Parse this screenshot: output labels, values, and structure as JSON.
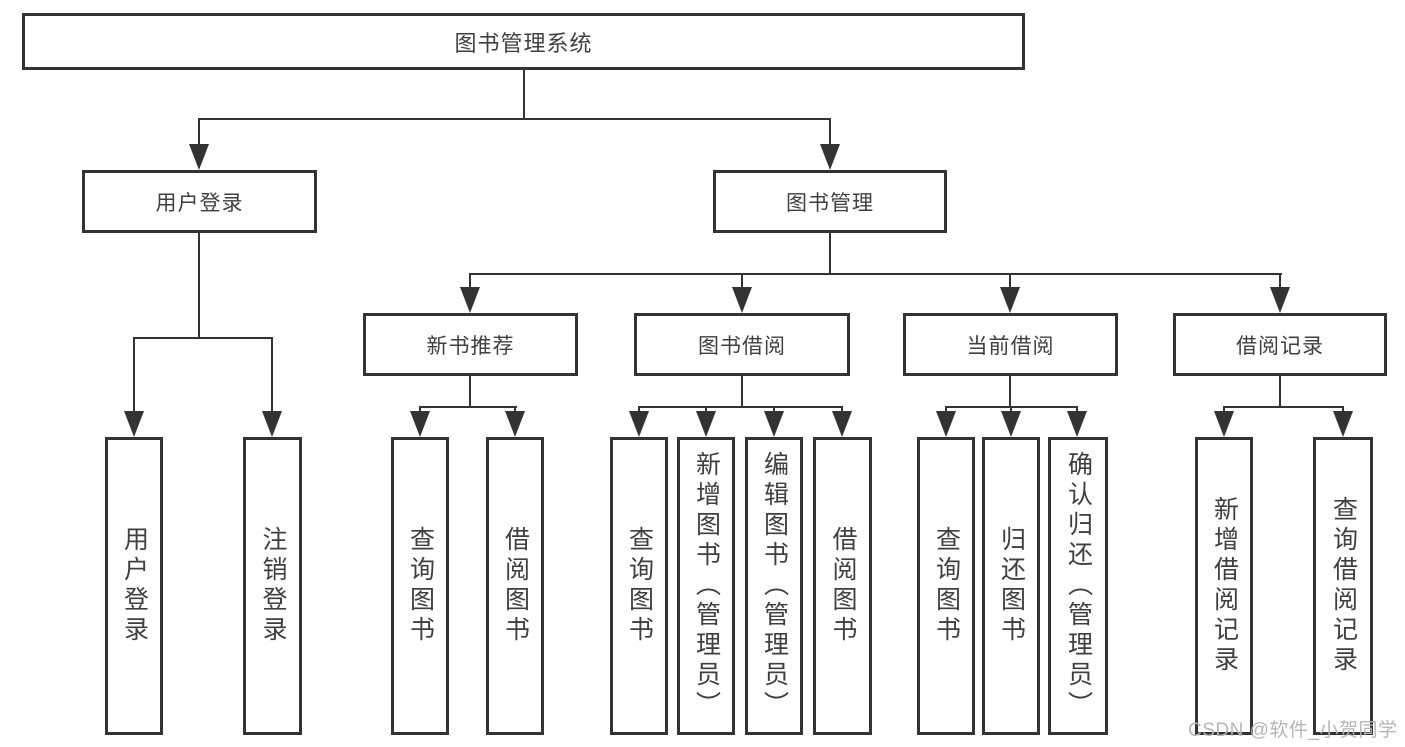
{
  "page": {
    "background": "#ffffff"
  },
  "colors": {
    "line": "#333333",
    "box_border": "#333333",
    "box_fill": "#ffffff",
    "text": "#3f3f3f",
    "watermark": "#b5b5b5"
  },
  "tree": {
    "root": {
      "label": "图书管理系统"
    },
    "level2": [
      {
        "label": "用户登录",
        "children": [
          {
            "label": "用户登录"
          },
          {
            "label": "注销登录"
          }
        ]
      },
      {
        "label": "图书管理",
        "groups": [
          {
            "label": "新书推荐",
            "children": [
              {
                "label": "查询图书"
              },
              {
                "label": "借阅图书"
              }
            ]
          },
          {
            "label": "图书借阅",
            "children": [
              {
                "label": "查询图书"
              },
              {
                "label": "新增图书（管理员）"
              },
              {
                "label": "编辑图书（管理员）"
              },
              {
                "label": "借阅图书"
              }
            ]
          },
          {
            "label": "当前借阅",
            "children": [
              {
                "label": "查询图书"
              },
              {
                "label": "归还图书"
              },
              {
                "label": "确认归还（管理员）"
              }
            ]
          },
          {
            "label": "借阅记录",
            "children": [
              {
                "label": "新增借阅记录"
              },
              {
                "label": "查询借阅记录"
              }
            ]
          }
        ]
      }
    ]
  },
  "watermark": {
    "text": "CSDN @软件_小贺同学"
  }
}
